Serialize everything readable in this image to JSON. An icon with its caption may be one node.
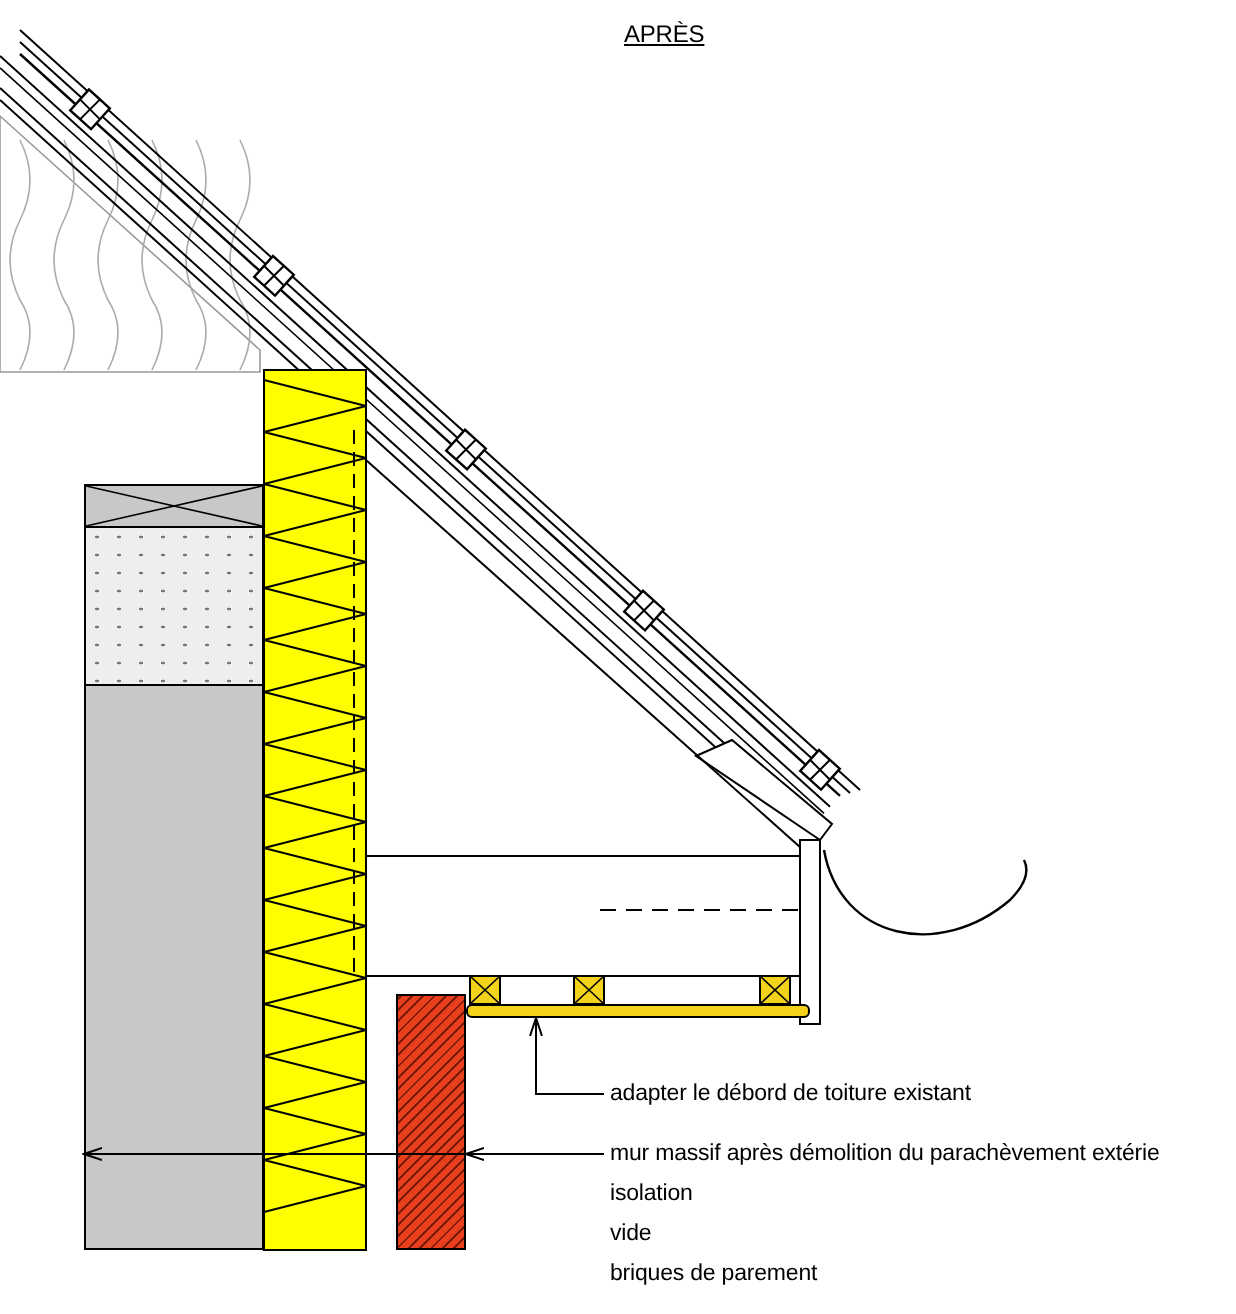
{
  "diagram": {
    "title": "APRÈS",
    "nodes": [
      {
        "text": [
          "adapter le débord de toiture existant"
        ]
      },
      {
        "text": [],
        "shape": "bar"
      },
      {
        "text": [
          "mur massif après démolition du parachèvement extérie"
        ]
      },
      {
        "text": [],
        "shape": "box"
      },
      {
        "text": [],
        "shape": "box"
      }
    ],
    "edges": [
      {
        "from": 0,
        "to": 1,
        "arrow": "to"
      },
      {
        "from": 2,
        "to": 3,
        "arrow": "to"
      },
      {
        "from": 2,
        "to": 4,
        "arrow": "to"
      }
    ],
    "labels": [
      "isolation",
      "vide",
      "briques de parement"
    ]
  }
}
